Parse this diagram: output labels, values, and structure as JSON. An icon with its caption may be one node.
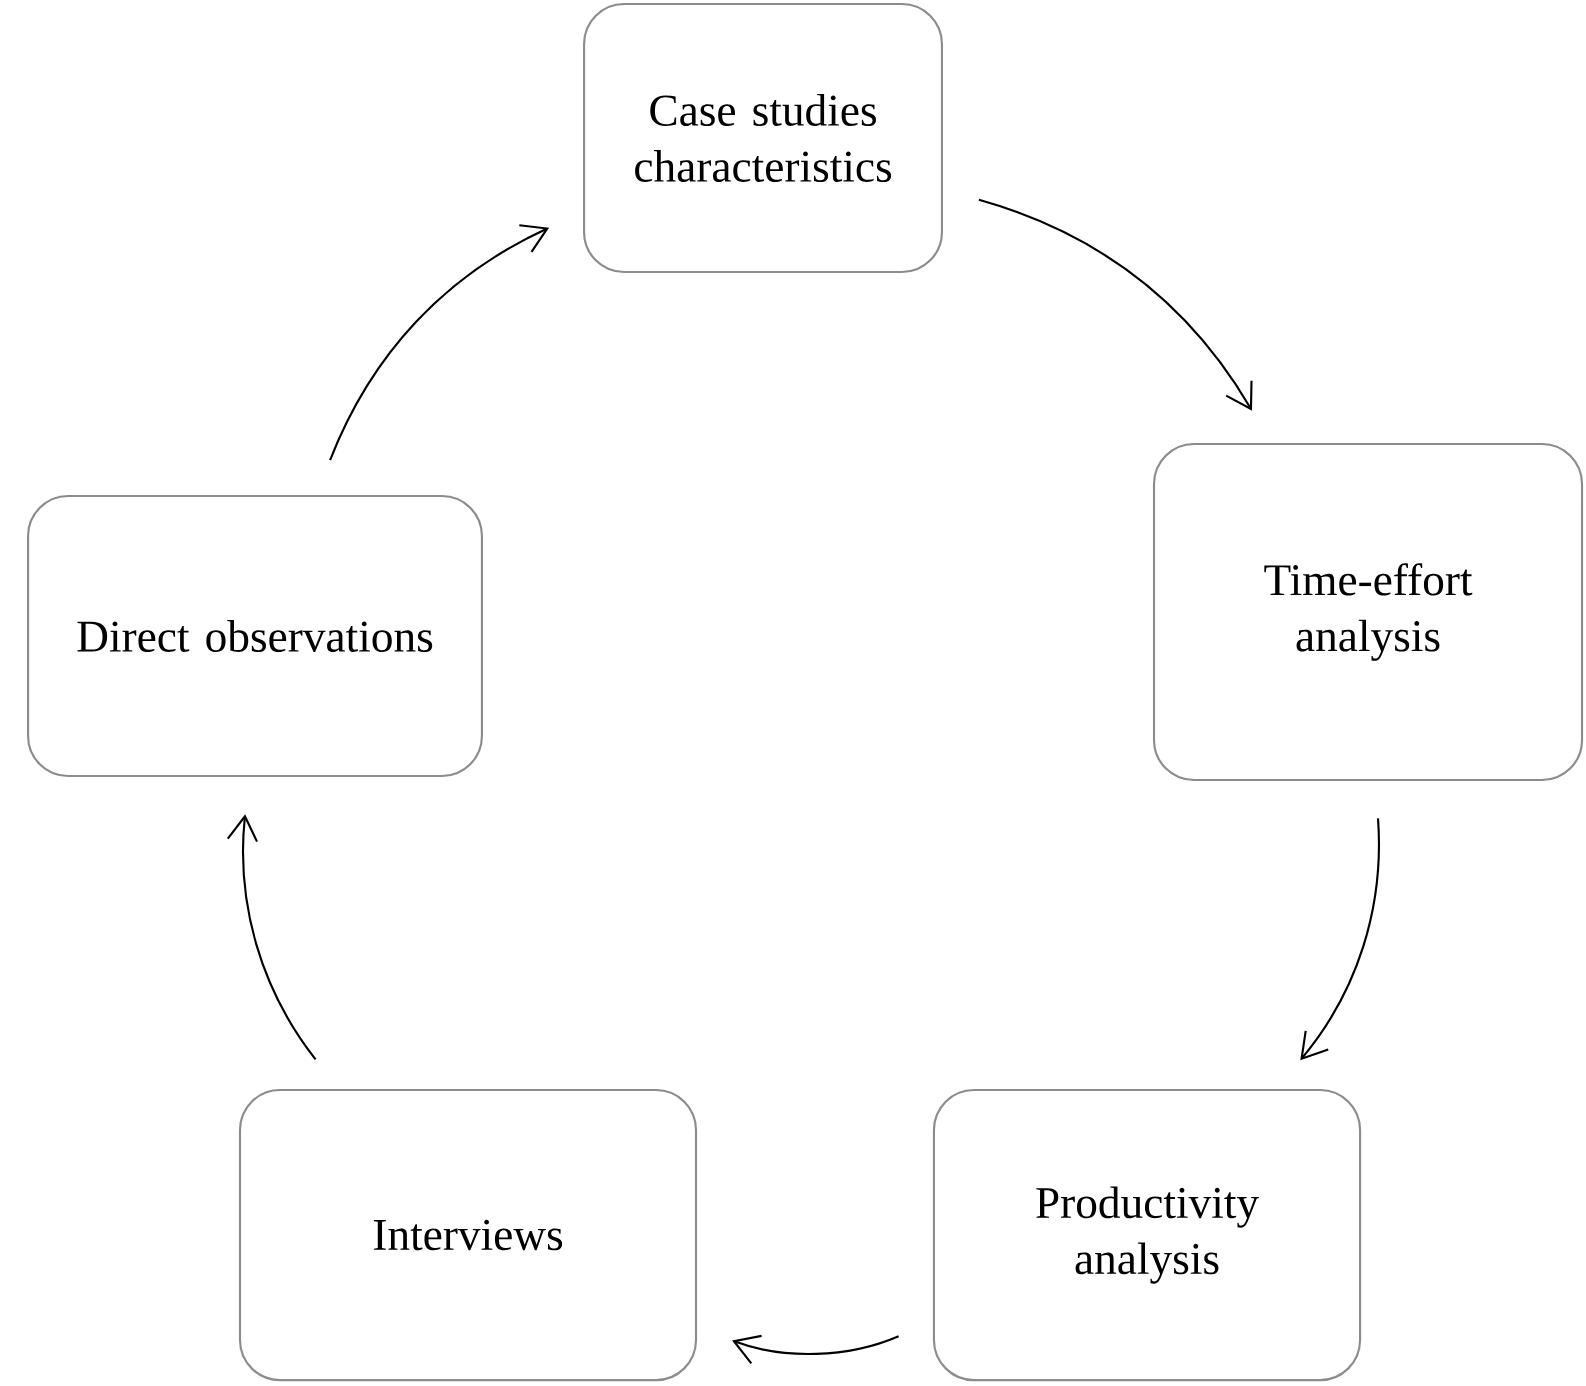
{
  "diagram": {
    "nodes": [
      {
        "text": [
          "Case studies characteristics"
        ]
      },
      {
        "text": [
          "Time-effort analysis"
        ]
      },
      {
        "text": [
          "Productivity analysis"
        ]
      },
      {
        "text": [
          "Interviews"
        ]
      },
      {
        "text": [
          "Direct observations"
        ]
      }
    ],
    "edges": [
      {
        "from": 0,
        "to": 1,
        "arrow": "to"
      },
      {
        "from": 1,
        "to": 2,
        "arrow": "to"
      },
      {
        "from": 2,
        "to": 3,
        "arrow": "to"
      },
      {
        "from": 3,
        "to": 4,
        "arrow": "to"
      },
      {
        "from": 4,
        "to": 0,
        "arrow": "to"
      }
    ]
  }
}
